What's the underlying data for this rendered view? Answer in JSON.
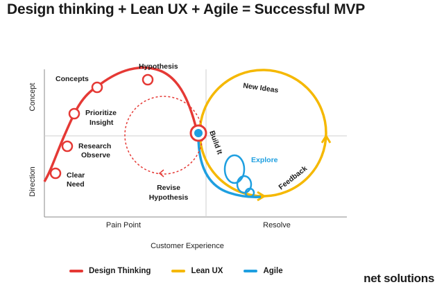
{
  "title": "Design thinking + Lean UX + Agile = Successful MVP",
  "axes": {
    "y_top": "Concept",
    "y_bottom": "Direction",
    "x_left": "Pain Point",
    "x_right": "Resolve",
    "x_title": "Customer Experience"
  },
  "design_thinking_steps": [
    "Clear Need",
    "Research Observe",
    "Prioritize Insight",
    "Concepts",
    "Hypothesis"
  ],
  "labels": {
    "revise_1": "Revise",
    "revise_2": "Hypothesis",
    "new_ideas": "New Ideas",
    "build_it": "Build It",
    "explore": "Explore",
    "feedback": "Feedback"
  },
  "legend": [
    {
      "label": "Design Thinking",
      "color": "#e53935"
    },
    {
      "label": "Lean UX",
      "color": "#f5b800"
    },
    {
      "label": "Agile",
      "color": "#1e9fe0"
    }
  ],
  "brand": "net solutions"
}
